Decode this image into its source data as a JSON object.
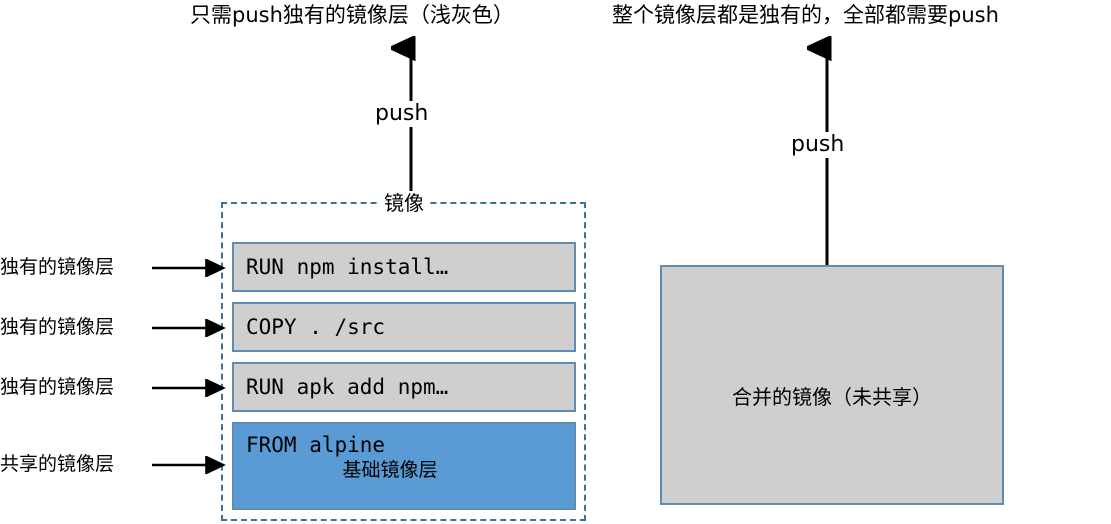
{
  "diagram": {
    "left_panel": {
      "title": "只需push独有的镜像层（浅灰色）",
      "push_label": "push",
      "group_label": "镜像",
      "layers": [
        {
          "command": "RUN npm install…",
          "kind": "unique",
          "side_label": "独有的镜像层",
          "sub_label": ""
        },
        {
          "command": "COPY . /src",
          "kind": "unique",
          "side_label": "独有的镜像层",
          "sub_label": ""
        },
        {
          "command": "RUN apk add npm…",
          "kind": "unique",
          "side_label": "独有的镜像层",
          "sub_label": ""
        },
        {
          "command": "FROM alpine",
          "kind": "base",
          "side_label": "共享的镜像层",
          "sub_label": "基础镜像层"
        }
      ]
    },
    "right_panel": {
      "title": "整个镜像层都是独有的，全部都需要push",
      "push_label": "push",
      "merged_label": "合并的镜像（未共享）"
    },
    "colors": {
      "unique_layer_fill": "#cfcfcf",
      "base_layer_fill": "#5b9bd5",
      "layer_border": "#5f8cb0",
      "dashed_border": "#41718f",
      "arrow": "#000000",
      "text": "#000000",
      "background": "#ffffff"
    }
  }
}
